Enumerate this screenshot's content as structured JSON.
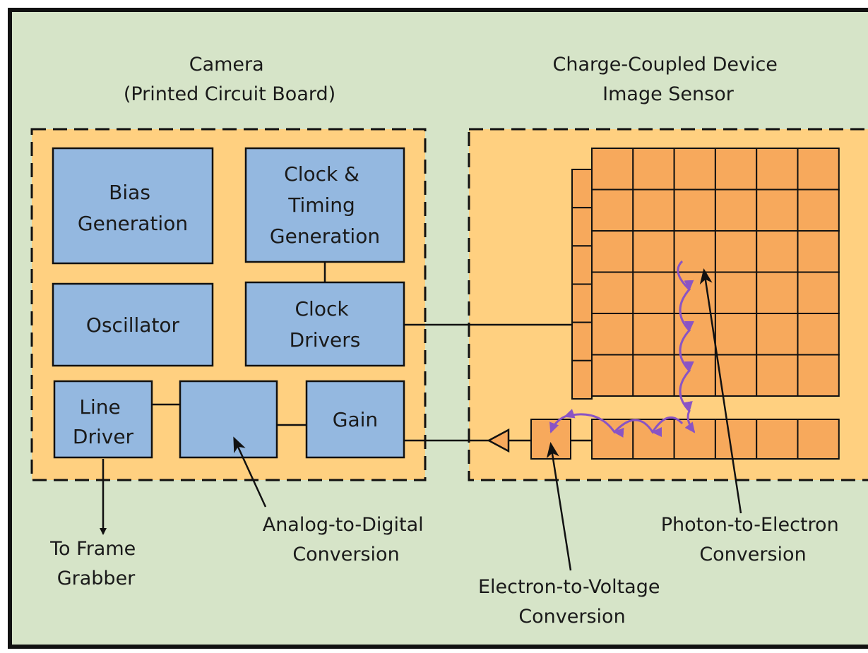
{
  "camera_title": [
    "Camera",
    "(Printed Circuit Board)"
  ],
  "sensor_title": [
    "Charge-Coupled Device",
    "Image Sensor"
  ],
  "blocks": {
    "bias": [
      "Bias",
      "Generation"
    ],
    "clock_timing": [
      "Clock &",
      "Timing",
      "Generation"
    ],
    "oscillator": [
      "Oscillator"
    ],
    "clock_drivers": [
      "Clock",
      "Drivers"
    ],
    "line_driver": [
      "Line",
      "Driver"
    ],
    "adc": [],
    "gain": [
      "Gain"
    ]
  },
  "labels": {
    "frame_grabber": [
      "To Frame",
      "Grabber"
    ],
    "adc_conversion": [
      "Analog-to-Digital",
      "Conversion"
    ],
    "photon_electron": [
      "Photon-to-Electron",
      "Conversion"
    ],
    "electron_voltage": [
      "Electron-to-Voltage",
      "Conversion"
    ]
  },
  "colors": {
    "background": "#d6e4c8",
    "dashed_area": "#ffd080",
    "block": "#94b8e0",
    "pixel": "#f7a95c",
    "active_pixel": "#8fd08e",
    "charge_path": "#8a54c4"
  },
  "sensor_grid": {
    "rows": 6,
    "cols": 6,
    "active_row": 3,
    "active_col": 3,
    "register_cells": 6,
    "side_cells": 6
  }
}
